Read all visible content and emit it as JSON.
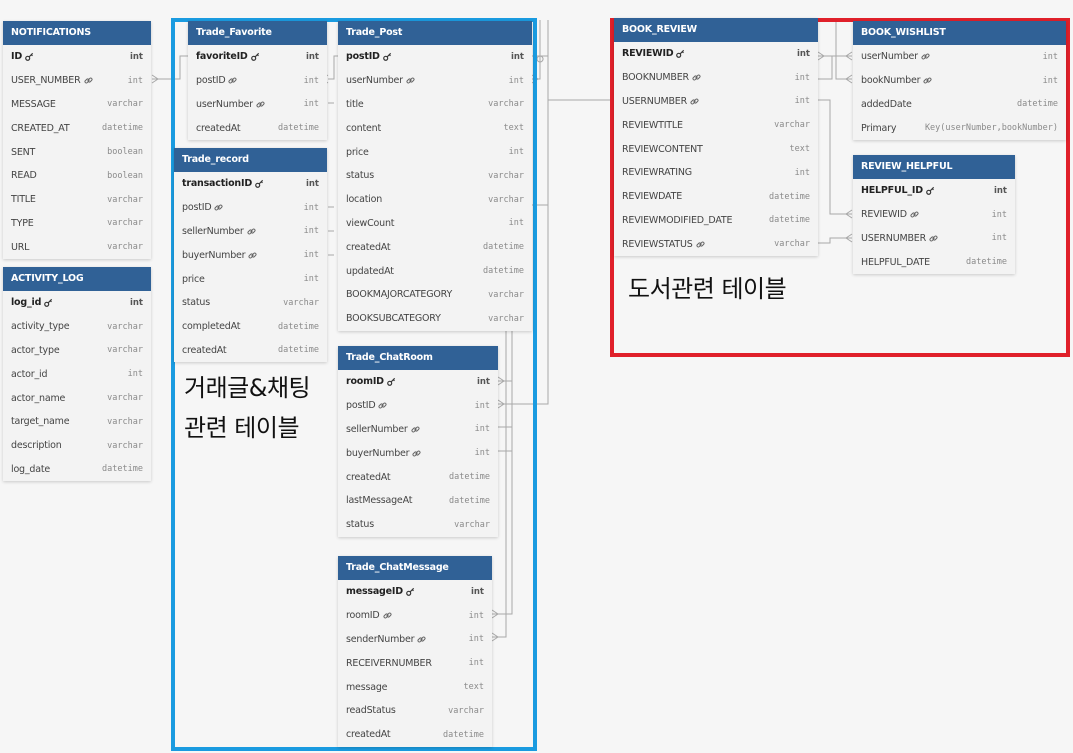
{
  "tables": {
    "notifications": {
      "name": "NOTIFICATIONS",
      "fields": [
        {
          "name": "ID",
          "type": "int",
          "pk": true
        },
        {
          "name": "USER_NUMBER",
          "type": "int",
          "fk": true
        },
        {
          "name": "MESSAGE",
          "type": "varchar"
        },
        {
          "name": "CREATED_AT",
          "type": "datetime"
        },
        {
          "name": "SENT",
          "type": "boolean"
        },
        {
          "name": "READ",
          "type": "boolean"
        },
        {
          "name": "TITLE",
          "type": "varchar"
        },
        {
          "name": "TYPE",
          "type": "varchar"
        },
        {
          "name": "URL",
          "type": "varchar"
        }
      ]
    },
    "activity_log": {
      "name": "ACTIVITY_LOG",
      "fields": [
        {
          "name": "log_id",
          "type": "int",
          "pk": true
        },
        {
          "name": "activity_type",
          "type": "varchar"
        },
        {
          "name": "actor_type",
          "type": "varchar"
        },
        {
          "name": "actor_id",
          "type": "int"
        },
        {
          "name": "actor_name",
          "type": "varchar"
        },
        {
          "name": "target_name",
          "type": "varchar"
        },
        {
          "name": "description",
          "type": "varchar"
        },
        {
          "name": "log_date",
          "type": "datetime"
        }
      ]
    },
    "trade_favorite": {
      "name": "Trade_Favorite",
      "fields": [
        {
          "name": "favoriteID",
          "type": "int",
          "pk": true
        },
        {
          "name": "postID",
          "type": "int",
          "fk": true
        },
        {
          "name": "userNumber",
          "type": "int",
          "fk": true
        },
        {
          "name": "createdAt",
          "type": "datetime"
        }
      ]
    },
    "trade_record": {
      "name": "Trade_record",
      "fields": [
        {
          "name": "transactionID",
          "type": "int",
          "pk": true
        },
        {
          "name": "postID",
          "type": "int",
          "fk": true
        },
        {
          "name": "sellerNumber",
          "type": "int",
          "fk": true
        },
        {
          "name": "buyerNumber",
          "type": "int",
          "fk": true
        },
        {
          "name": "price",
          "type": "int"
        },
        {
          "name": "status",
          "type": "varchar"
        },
        {
          "name": "completedAt",
          "type": "datetime"
        },
        {
          "name": "createdAt",
          "type": "datetime"
        }
      ]
    },
    "trade_post": {
      "name": "Trade_Post",
      "fields": [
        {
          "name": "postID",
          "type": "int",
          "pk": true
        },
        {
          "name": "userNumber",
          "type": "int",
          "fk": true
        },
        {
          "name": "title",
          "type": "varchar"
        },
        {
          "name": "content",
          "type": "text"
        },
        {
          "name": "price",
          "type": "int"
        },
        {
          "name": "status",
          "type": "varchar"
        },
        {
          "name": "location",
          "type": "varchar"
        },
        {
          "name": "viewCount",
          "type": "int"
        },
        {
          "name": "createdAt",
          "type": "datetime"
        },
        {
          "name": "updatedAt",
          "type": "datetime"
        },
        {
          "name": "BOOKMAJORCATEGORY",
          "type": "varchar"
        },
        {
          "name": "BOOKSUBCATEGORY",
          "type": "varchar"
        }
      ]
    },
    "trade_chatroom": {
      "name": "Trade_ChatRoom",
      "fields": [
        {
          "name": "roomID",
          "type": "int",
          "pk": true
        },
        {
          "name": "postID",
          "type": "int",
          "fk": true
        },
        {
          "name": "sellerNumber",
          "type": "int",
          "fk": true
        },
        {
          "name": "buyerNumber",
          "type": "int",
          "fk": true
        },
        {
          "name": "createdAt",
          "type": "datetime"
        },
        {
          "name": "lastMessageAt",
          "type": "datetime"
        },
        {
          "name": "status",
          "type": "varchar"
        }
      ]
    },
    "trade_chatmessage": {
      "name": "Trade_ChatMessage",
      "fields": [
        {
          "name": "messageID",
          "type": "int",
          "pk": true
        },
        {
          "name": "roomID",
          "type": "int",
          "fk": true
        },
        {
          "name": "senderNumber",
          "type": "int",
          "fk": true
        },
        {
          "name": "RECEIVERNUMBER",
          "type": "int"
        },
        {
          "name": "message",
          "type": "text"
        },
        {
          "name": "readStatus",
          "type": "varchar"
        },
        {
          "name": "createdAt",
          "type": "datetime"
        }
      ]
    },
    "book_review": {
      "name": "BOOK_REVIEW",
      "fields": [
        {
          "name": "REVIEWID",
          "type": "int",
          "pk": true
        },
        {
          "name": "BOOKNUMBER",
          "type": "int",
          "fk": true
        },
        {
          "name": "USERNUMBER",
          "type": "int",
          "fk": true
        },
        {
          "name": "REVIEWTITLE",
          "type": "varchar"
        },
        {
          "name": "REVIEWCONTENT",
          "type": "text"
        },
        {
          "name": "REVIEWRATING",
          "type": "int"
        },
        {
          "name": "REVIEWDATE",
          "type": "datetime"
        },
        {
          "name": "REVIEWMODIFIED_DATE",
          "type": "datetime"
        },
        {
          "name": "REVIEWSTATUS",
          "type": "varchar",
          "fk": true
        }
      ]
    },
    "book_wishlist": {
      "name": "BOOK_WISHLIST",
      "fields": [
        {
          "name": "userNumber",
          "type": "int",
          "fk": true
        },
        {
          "name": "bookNumber",
          "type": "int",
          "fk": true
        },
        {
          "name": "addedDate",
          "type": "datetime"
        },
        {
          "name": "Primary",
          "type": "Key(userNumber,bookNumber)"
        }
      ]
    },
    "review_helpful": {
      "name": "REVIEW_HELPFUL",
      "fields": [
        {
          "name": "HELPFUL_ID",
          "type": "int",
          "pk": true
        },
        {
          "name": "REVIEWID",
          "type": "int",
          "fk": true
        },
        {
          "name": "USERNUMBER",
          "type": "int",
          "fk": true
        },
        {
          "name": "HELPFUL_DATE",
          "type": "datetime"
        }
      ]
    }
  },
  "groups": {
    "trade": {
      "label": "거래글&채팅\n관련 테이블",
      "color": "#1a9be0"
    },
    "book": {
      "label": "도서관련 테이블",
      "color": "#e0202a"
    }
  },
  "colors": {
    "header": "#306196",
    "connector": "#a8a8a8"
  },
  "icons": {
    "primary_key": "key-icon",
    "foreign_key": "link-icon"
  }
}
